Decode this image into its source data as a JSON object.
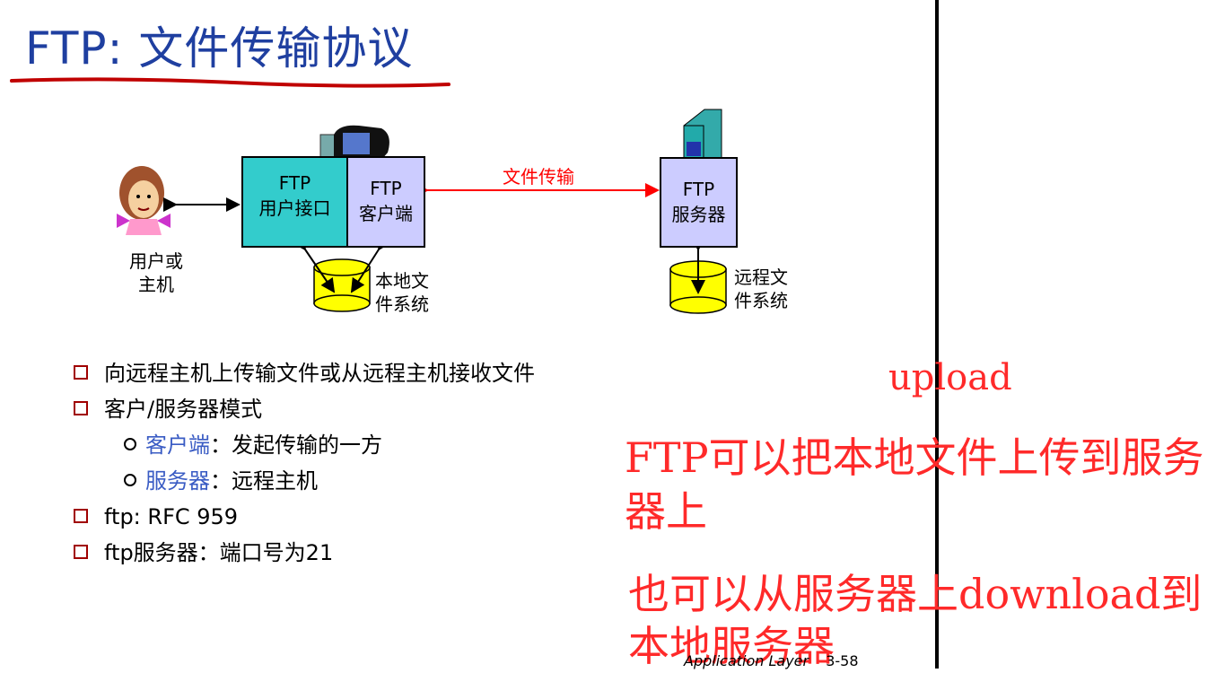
{
  "title": "FTP: 文件传输协议",
  "diagram": {
    "ui_box_line1": "FTP",
    "ui_box_line2": "用户接口",
    "client_box_line1": "FTP",
    "client_box_line2": "客户端",
    "server_box_line1": "FTP",
    "server_box_line2": "服务器",
    "transfer_label": "文件传输",
    "user_label_line1": "用户或",
    "user_label_line2": "主机",
    "local_fs_line1": "本地文",
    "local_fs_line2": "件系统",
    "remote_fs_line1": "远程文",
    "remote_fs_line2": "件系统"
  },
  "bullets": {
    "b1": "向远程主机上传输文件或从远程主机接收文件",
    "b2": "客户/服务器模式",
    "b2a_term": "客户端",
    "b2a_text": "：发起传输的一方",
    "b2b_term": "服务器",
    "b2b_text": "：远程主机",
    "b3": "ftp: RFC 959",
    "b4": "ftp服务器：端口号为21"
  },
  "annotations": {
    "upload": "upload",
    "line1": "FTP可以把本地文件上传到服务",
    "line2": "器上",
    "line3": "也可以从服务器上download到",
    "line4": "本地服务器"
  },
  "footer": {
    "label": "Application Layer",
    "page": "3-58"
  },
  "colors": {
    "title": "#1f3fa0",
    "ui_box": "#33cccc",
    "client_box": "#ccccff",
    "disk": "#ffff00",
    "annotation": "#ff2a2a",
    "transfer_arrow": "#ff0000"
  }
}
